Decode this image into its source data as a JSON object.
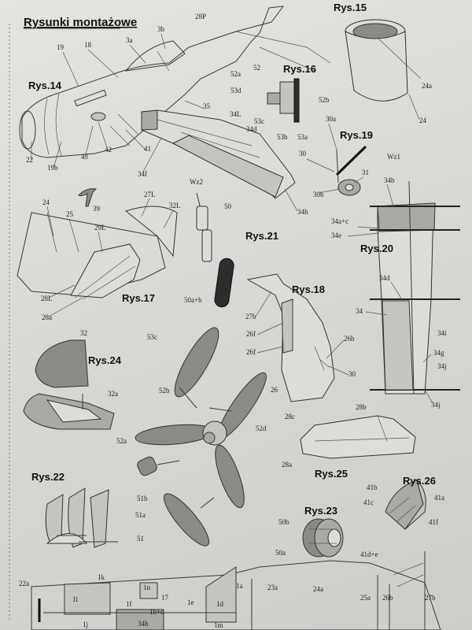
{
  "header": {
    "title": "Rysunki montażowe"
  },
  "figures": {
    "rys14": "Rys.14",
    "rys15": "Rys.15",
    "rys16": "Rys.16",
    "rys17": "Rys.17",
    "rys18": "Rys.18",
    "rys19": "Rys.19",
    "rys20": "Rys.20",
    "rys21": "Rys.21",
    "rys22": "Rys.22",
    "rys23": "Rys.23",
    "rys24": "Rys.24",
    "rys25": "Rys.25",
    "rys26": "Rys.26"
  },
  "parts": {
    "p28P": "28P",
    "p19": "19",
    "p18": "18",
    "p3a": "3a",
    "p3b": "3b",
    "p35": "35",
    "p34L": "34L",
    "p34d_top": "34d",
    "p34f": "34f",
    "p34h": "34h",
    "p41": "41",
    "p42": "42",
    "p43": "43",
    "p19b": "19b",
    "p22": "22",
    "p39": "39",
    "p24a_r15": "24a",
    "p24_r15": "24",
    "p52": "52",
    "p52a_r16": "52a",
    "p53d": "53d",
    "p52b_r16": "52b",
    "p53c_r16": "53c",
    "p53b": "53b",
    "p53a": "53a",
    "p30a": "30a",
    "pWz1": "Wz1",
    "p30_r19": "30",
    "p31": "31",
    "p30b": "30b",
    "p34b": "34b",
    "p34ac": "34a+c",
    "p34e": "34e",
    "p34d_r20": "34d",
    "p34": "34",
    "p34i_1": "34i",
    "p34g": "34g",
    "p34j_1": "34j",
    "p34j_2": "34j",
    "pWz2": "Wz2",
    "p50": "50",
    "p50ab": "50a+b",
    "p24_r17": "24",
    "p25": "25",
    "p27L": "27L",
    "p32L": "32L",
    "p29L": "29L",
    "p28L": "28L",
    "p28a_r17": "28a",
    "p27b": "27b",
    "p26f_1": "26f",
    "p26f_2": "26f",
    "p26b": "26b",
    "p30_r18": "30",
    "p26": "26",
    "p32": "32",
    "p32a": "32a",
    "p53c_prop": "53c",
    "p52b_prop": "52b",
    "p52d": "52d",
    "p52a_prop": "52a",
    "p28c": "28c",
    "p28b": "28b",
    "p28a_r25": "28a",
    "p51b": "51b",
    "p51a": "51a",
    "p51": "51",
    "p50b": "50b",
    "p50a": "50a",
    "p41b": "41b",
    "p41a": "41a",
    "p41c": "41c",
    "p41f": "41f",
    "p41de": "41d+e",
    "b22a": "22a",
    "b1k": "1k",
    "b1l": "1l",
    "b1n": "1n",
    "b1f": "1f",
    "b17": "17",
    "b1bc": "1b+c",
    "b1e": "1e",
    "b1d": "1d",
    "b1a": "1a",
    "b23a": "23a",
    "b24a": "24a",
    "b25a": "25a",
    "b26b": "26b",
    "b27b": "27b",
    "b1j": "1j",
    "b34h": "34h",
    "b1m": "1m"
  }
}
